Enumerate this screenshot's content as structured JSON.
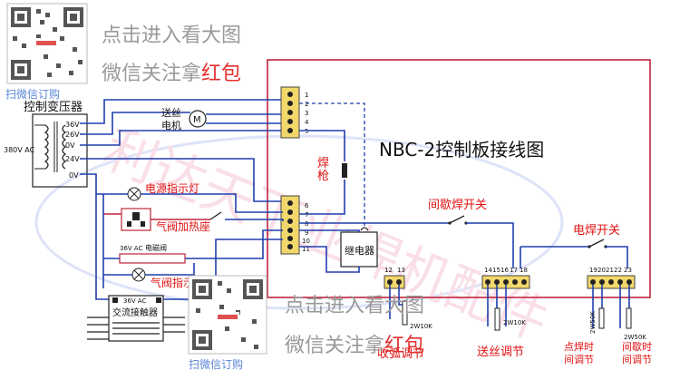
{
  "watermarks": {
    "click_view": "点击进入看大图",
    "follow_prefix": "微信关注拿",
    "follow_red": "红包",
    "scan_buy": "扫微信订购",
    "diagonal": "利达天下业焊机配件"
  },
  "title": "NBC-2控制板接线图",
  "transformer": {
    "label": "控制变压器",
    "input": "380V AC",
    "taps": [
      "36V",
      "26V",
      "0V",
      "24V",
      "0V"
    ]
  },
  "components": {
    "motor_label": "M",
    "wire_feed_motor_l1": "送丝",
    "wire_feed_motor_l2": "电机",
    "gun_label_l1": "焊",
    "gun_label_l2": "枪",
    "power_lamp": "电源指示灯",
    "gas_heater": "气阀加热座",
    "solenoid_voltage": "36V AC",
    "solenoid_label": "电磁阀",
    "gas_lamp": "气阀指示灯",
    "contactor_voltage": "36V AC",
    "contactor_label": "交流接触器",
    "relay": "继电器",
    "intermittent_switch": "间歇焊开关",
    "weld_switch": "电焊开关"
  },
  "terminals": {
    "top": [
      "1",
      "2",
      "3",
      "4",
      "5"
    ],
    "mid": [
      "6",
      "7",
      "8",
      "9",
      "10",
      "11"
    ],
    "arc": [
      "12",
      "13"
    ],
    "feed": [
      "14",
      "15",
      "16",
      "17",
      "18"
    ],
    "time": [
      "19",
      "20",
      "21",
      "22",
      "23"
    ]
  },
  "pots": {
    "arc_pot": "2W10K",
    "feed_pot": "2W10K",
    "spot_pot": "2W50K",
    "interval_pot": "2W50K"
  },
  "adjust_labels": {
    "arc": "收弧调节",
    "feed": "送丝调节",
    "spot_l1": "点焊时",
    "spot_l2": "间调节",
    "interval_l1": "间歇时",
    "interval_l2": "间调节"
  },
  "colors": {
    "accent_red": "#e01010",
    "wire_blue": "#1f3fae",
    "terminal_yellow": "#f2d76b"
  }
}
